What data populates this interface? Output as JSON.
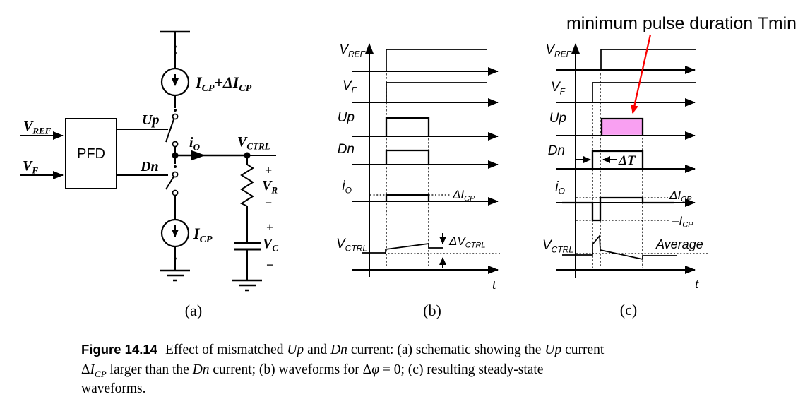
{
  "panel_a": {
    "tag": "(a)",
    "pfd": "PFD",
    "vref": {
      "main": "V",
      "sub": "REF"
    },
    "vf": {
      "main": "V",
      "sub": "F"
    },
    "up": "Up",
    "dn": "Dn",
    "io": {
      "main": "i",
      "sub": "O"
    },
    "vctrl": {
      "main": "V",
      "sub": "CTRL"
    },
    "i_top": {
      "p1": "I",
      "s1": "CP",
      "p2": "+ΔI",
      "s2": "CP"
    },
    "i_bot": {
      "p1": "I",
      "s1": "CP"
    },
    "vr": {
      "plus": "+",
      "main": "V",
      "sub": "R",
      "minus": "−"
    },
    "vc": {
      "plus": "+",
      "main": "V",
      "sub": "C",
      "minus": "−"
    }
  },
  "panel_b": {
    "tag": "(b)",
    "vref": {
      "main": "V",
      "sub": "REF"
    },
    "vf": {
      "main": "V",
      "sub": "F"
    },
    "up": "Up",
    "dn": "Dn",
    "io": {
      "main": "i",
      "sub": "O"
    },
    "vctrl": {
      "main": "V",
      "sub": "CTRL"
    },
    "dicp": {
      "main": "ΔI",
      "sub": "CP"
    },
    "dvctrl": {
      "main": "ΔV",
      "sub": "CTRL"
    },
    "t": "t"
  },
  "panel_c": {
    "tag": "(c)",
    "annotation": "minimum pulse duration Tmin",
    "annotation_color": "#fa0000",
    "pulse_fill": "#f9a0f2",
    "vref": {
      "main": "V",
      "sub": "REF"
    },
    "vf": {
      "main": "V",
      "sub": "F"
    },
    "up": "Up",
    "dn": "Dn",
    "io": {
      "main": "i",
      "sub": "O"
    },
    "vctrl": {
      "main": "V",
      "sub": "CTRL"
    },
    "dicp": {
      "main": "ΔI",
      "sub": "CP"
    },
    "micp": {
      "main": "–I",
      "sub": "CP"
    },
    "dt": "ΔT",
    "average": "Average",
    "t": "t"
  },
  "caption": {
    "tag": "Figure 14.14",
    "l1a": "Effect of mismatched ",
    "l1b": "Up",
    "l1c": " and ",
    "l1d": "Dn",
    "l1e": " current: (a) schematic showing the ",
    "l1f": "Up",
    "l1g": " current",
    "l2a": "Δ",
    "l2b": "I",
    "l2c": "CP",
    "l2d": " larger than the ",
    "l2e": "Dn",
    "l2f": " current; (b) waveforms for ",
    "l2g": "Δ",
    "l2h": "φ",
    "l2i": " = 0; (c) resulting steady-state",
    "l3": "waveforms."
  }
}
